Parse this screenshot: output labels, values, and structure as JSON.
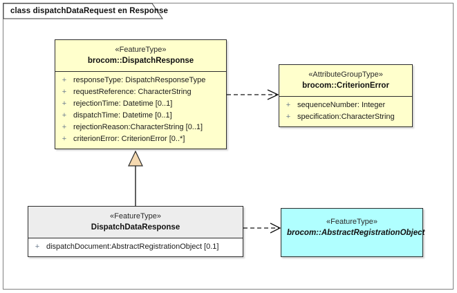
{
  "frame": {
    "label": "class dispatchDataRequest en Response"
  },
  "colors": {
    "class_fill": "#ffffcc",
    "abstract_fill": "#b0ffff",
    "plain_header_fill": "#ededed",
    "border": "#2b2b2b",
    "generalization_fill": "#f5d9b0",
    "visibility": "#6a7a8c"
  },
  "classes": {
    "dispatch_response": {
      "stereotype": "«FeatureType»",
      "name": "brocom::DispatchResponse",
      "attributes": [
        {
          "visibility": "+",
          "text": "responseType: DispatchResponseType"
        },
        {
          "visibility": "+",
          "text": "requestReference: CharacterString"
        },
        {
          "visibility": "+",
          "text": "rejectionTime: Datetime [0..1]"
        },
        {
          "visibility": "+",
          "text": "dispatchTime: Datetime [0..1]"
        },
        {
          "visibility": "+",
          "text": "rejectionReason:CharacterString [0..1]"
        },
        {
          "visibility": "+",
          "text": "criterionError: CriterionError [0..*]"
        }
      ]
    },
    "criterion_error": {
      "stereotype": "«AttributeGroupType»",
      "name": "brocom::CriterionError",
      "attributes": [
        {
          "visibility": "+",
          "text": "sequenceNumber: Integer"
        },
        {
          "visibility": "+",
          "text": "specification:CharacterString"
        }
      ]
    },
    "dispatch_data_response": {
      "stereotype": "«FeatureType»",
      "name": "DispatchDataResponse",
      "attributes": [
        {
          "visibility": "+",
          "text": "dispatchDocument:AbstractRegistrationObject [0.1]"
        }
      ]
    },
    "abstract_registration_object": {
      "stereotype": "«FeatureType»",
      "name": "brocom::AbstractRegistrationObject",
      "attributes": []
    }
  },
  "connectors": [
    {
      "name": "dependency-dispatchresponse-to-criterionerror",
      "type": "dependency",
      "from": "brocom::DispatchResponse",
      "to": "brocom::CriterionError"
    },
    {
      "name": "generalization-dispatchdataresponse-to-dispatchresponse",
      "type": "generalization",
      "from": "DispatchDataResponse",
      "to": "brocom::DispatchResponse"
    },
    {
      "name": "dependency-dispatchdataresponse-to-abstractregistrationobject",
      "type": "dependency",
      "from": "DispatchDataResponse",
      "to": "brocom::AbstractRegistrationObject"
    }
  ]
}
